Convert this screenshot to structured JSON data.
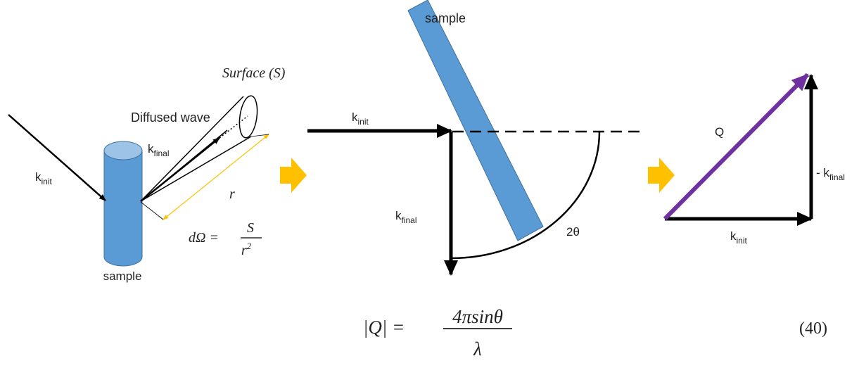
{
  "colors": {
    "cylinder": "#5b9bd5",
    "cylinder_top": "#9dc3e6",
    "cylinder_stroke": "#41719c",
    "sample_bar": "#5b9bd5",
    "flow_arrow": "#ffc000",
    "q_vector": "#7030a0",
    "r_line": "#ffc000",
    "ink": "#000000"
  },
  "panel1": {
    "k_init": {
      "base": "k",
      "sub": "init"
    },
    "k_final": {
      "base": "k",
      "sub": "final"
    },
    "diffused_wave": "Diffused wave",
    "surface": "Surface (S)",
    "r": "r",
    "solid_angle": {
      "lhs": "dΩ =",
      "numerator": "S",
      "denominator_base": "r",
      "denominator_exp": "2"
    },
    "sample": "sample"
  },
  "panel2": {
    "sample": "sample",
    "k_init": {
      "base": "k",
      "sub": "init"
    },
    "k_final": {
      "base": "k",
      "sub": "final"
    },
    "angle": "2θ"
  },
  "panel3": {
    "q": "Q",
    "neg_k_final": {
      "base": "- k",
      "sub": "final"
    },
    "k_init": {
      "base": "k",
      "sub": "init"
    }
  },
  "equation": {
    "lhs": "|Q| =",
    "numerator": "4πsinθ",
    "denominator": "λ",
    "number": "(40)"
  },
  "icons": {
    "flow_arrow_1": "right-arrow-icon",
    "flow_arrow_2": "right-arrow-icon"
  }
}
